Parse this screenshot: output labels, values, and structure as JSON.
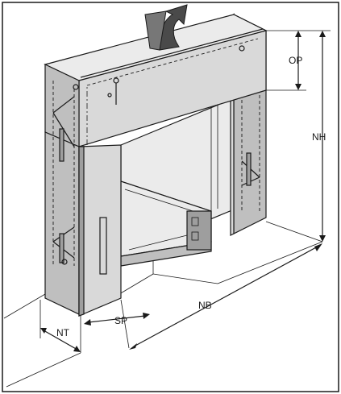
{
  "diagram": {
    "labels": {
      "op": "OP",
      "nh": "NH",
      "nb": "NB",
      "sp": "SP",
      "nt": "NT"
    },
    "colors": {
      "line": "#1a1a1a",
      "panel_front": "#d9d9d9",
      "panel_side": "#bfbfbf",
      "panel_dark": "#9e9e9e",
      "arrow_fill": "#4a4a4a"
    }
  }
}
